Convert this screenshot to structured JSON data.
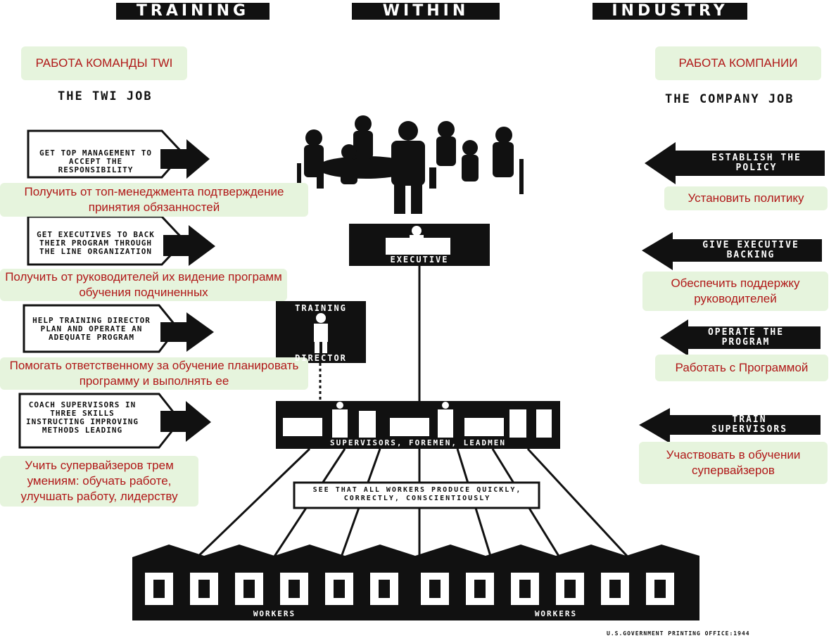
{
  "header": {
    "training": "TRAINING",
    "within": "WITHIN",
    "industry": "INDUSTRY"
  },
  "left": {
    "title_ru": "РАБОТА КОМАНДЫ TWI",
    "title_en": "THE TWI JOB",
    "steps": [
      {
        "en": "GET TOP MANAGEMENT TO ACCEPT THE RESPONSIBILITY",
        "ru": "Получить от топ-менеджмента подтверждение принятия обязанностей"
      },
      {
        "en": "GET EXECUTIVES TO BACK THEIR PROGRAM THROUGH THE LINE ORGANIZATION",
        "ru": "Получить от руководителей их видение программ обучения подчиненных"
      },
      {
        "en": "HELP TRAINING DIRECTOR PLAN AND OPERATE AN ADEQUATE PROGRAM",
        "ru": "Помогать ответственному за обучение планировать программу и выполнять ее"
      },
      {
        "en": "COACH SUPERVISORS IN THREE SKILLS INSTRUCTING IMPROVING METHODS LEADING",
        "ru": "Учить супервайзеров трем умениям: обучать работе, улучшать работу, лидерству"
      }
    ]
  },
  "right": {
    "title_ru": "РАБОТА КОМПАНИИ",
    "title_en": "THE COMPANY JOB",
    "steps": [
      {
        "en": "ESTABLISH THE POLICY",
        "ru": "Установить политику"
      },
      {
        "en": "GIVE EXECUTIVE BACKING",
        "ru": "Обеспечить поддержку руководителей"
      },
      {
        "en": "OPERATE THE PROGRAM",
        "ru": "Работать с Программой"
      },
      {
        "en": "TRAIN SUPERVISORS",
        "ru": "Участвовать в обучении супервайзеров"
      }
    ]
  },
  "center": {
    "executive": "EXECUTIVE",
    "training_director_top": "TRAINING",
    "training_director_bottom": "DIRECTOR",
    "supervisors": "SUPERVISORS, FOREMEN, LEADMEN",
    "see_that": "SEE THAT ALL WORKERS PRODUCE QUICKLY, CORRECTLY, CONSCIENTIOUSLY",
    "workers_left": "WORKERS",
    "workers_right": "WORKERS"
  },
  "footer": {
    "printing": "U.S.GOVERNMENT PRINTING OFFICE:1944"
  },
  "colors": {
    "ink": "#111111",
    "green_box": "#e6f4dd",
    "red_text": "#b01818"
  }
}
